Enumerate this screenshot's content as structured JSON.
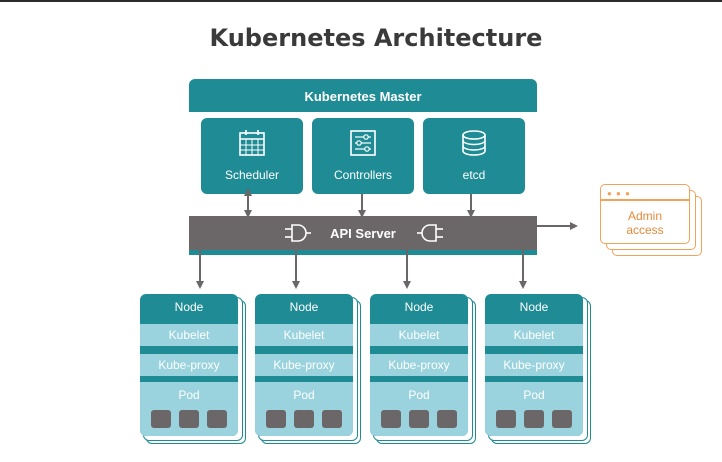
{
  "title": "Kubernetes Architecture",
  "master": {
    "title": "Kubernetes Master",
    "components": [
      {
        "label": "Scheduler",
        "icon": "calendar-icon"
      },
      {
        "label": "Controllers",
        "icon": "sliders-icon"
      },
      {
        "label": "etcd",
        "icon": "database-icon"
      }
    ]
  },
  "api_server": {
    "label": "API Server",
    "icon": "plug-icon"
  },
  "admin": {
    "label_line1": "Admin",
    "label_line2": "access"
  },
  "nodes": [
    {
      "title": "Node",
      "kubelet": "Kubelet",
      "proxy": "Kube-proxy",
      "pod": "Pod"
    },
    {
      "title": "Node",
      "kubelet": "Kubelet",
      "proxy": "Kube-proxy",
      "pod": "Pod"
    },
    {
      "title": "Node",
      "kubelet": "Kubelet",
      "proxy": "Kube-proxy",
      "pod": "Pod"
    },
    {
      "title": "Node",
      "kubelet": "Kubelet",
      "proxy": "Kube-proxy",
      "pod": "Pod"
    }
  ],
  "colors": {
    "teal": "#1f8b95",
    "light_teal": "#9ad3de",
    "gray": "#6b6667",
    "orange": "#f0a35a"
  }
}
